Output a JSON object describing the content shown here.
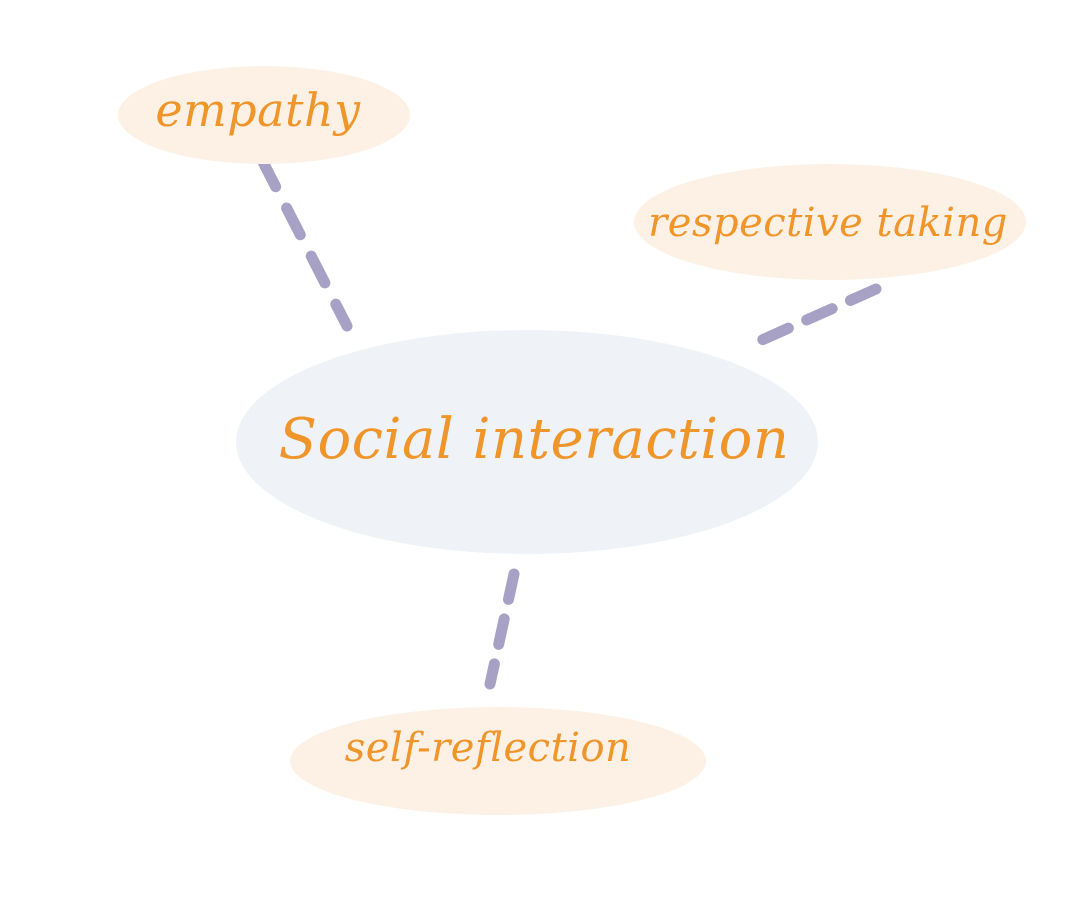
{
  "diagram": {
    "center": {
      "label": "Social interaction"
    },
    "nodes": [
      {
        "id": "empathy",
        "label": "empathy"
      },
      {
        "id": "perspective",
        "label": "respective taking"
      },
      {
        "id": "self-reflection",
        "label": "self-reflection"
      }
    ]
  },
  "colors": {
    "text": "#F0952A",
    "center_fill": "#EFF3F8",
    "node_fill": "#FDF1E6",
    "connector": "#A7A1C6",
    "background": "#FFFFFF"
  }
}
